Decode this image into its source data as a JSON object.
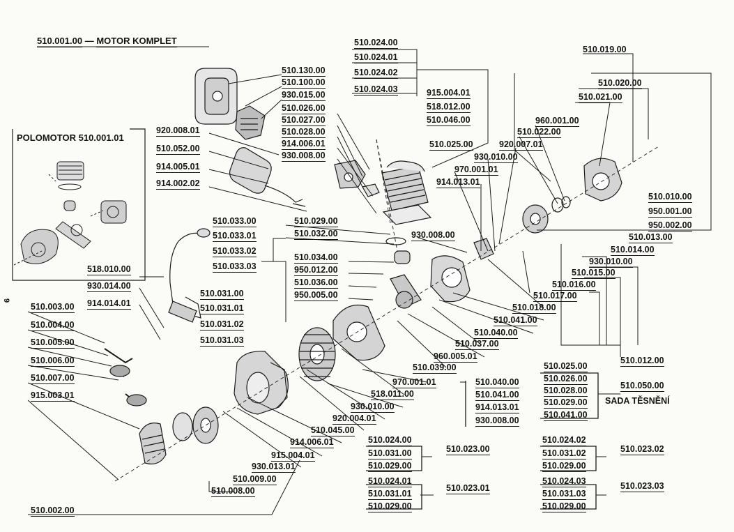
{
  "title": {
    "code": "510.001.00",
    "dash": "—",
    "name": "MOTOR KOMPLET"
  },
  "inset": {
    "title": "POLOMOTOR",
    "code": "510.001.01"
  },
  "page_mark": "9",
  "parts": [
    "510.024.00",
    "510.024.01",
    "510.024.02",
    "510.024.03",
    "510.019.00",
    "510.020.00",
    "510.021.00",
    "510.130.00",
    "510.100.00",
    "930.015.00",
    "510.026.00",
    "510.027.00",
    "510.028.00",
    "914.006.01",
    "930.008.00",
    "915.004.01",
    "518.012.00",
    "510.046.00",
    "960.001.00",
    "510.022.00",
    "920.008.01",
    "510.052.00",
    "914.005.01",
    "914.002.02",
    "920.007.01",
    "510.025.00",
    "930.010.00",
    "970.001.01",
    "914.013.01",
    "510.010.00",
    "950.001.00",
    "950.002.00",
    "510.013.00",
    "510.029.00",
    "510.032.00",
    "930.008.00",
    "510.033.00",
    "510.033.01",
    "510.033.02",
    "510.033.03",
    "510.034.00",
    "950.012.00",
    "510.036.00",
    "950.005.00",
    "510.014.00",
    "930.010.00",
    "510.015.00",
    "510.016.00",
    "510.017.00",
    "510.018.00",
    "518.010.00",
    "930.014.00",
    "914.014.01",
    "510.031.00",
    "510.031.01",
    "510.031.02",
    "510.031.03",
    "510.003.00",
    "510.004.00",
    "510.005.00",
    "510.006.00",
    "510.007.00",
    "915.003.01",
    "510.041.00",
    "510.040.00",
    "510.037.00",
    "960.005.01",
    "510.039.00",
    "510.012.00",
    "970.001.01",
    "518.011.00",
    "930.010.00",
    "920.004.01",
    "510.045.00",
    "914.006.01",
    "915.004.01",
    "930.013.01",
    "510.009.00",
    "510.008.00",
    "510.002.00"
  ],
  "group_a": [
    "510.040.00",
    "510.041.00",
    "914.013.01",
    "930.008.00"
  ],
  "gasket_set": {
    "items": [
      "510.025.00",
      "510.026.00",
      "510.028.00",
      "510.029.00",
      "510.041.00"
    ],
    "code": "510.050.00",
    "name": "SADA TĚSNĚNÍ"
  },
  "kits": [
    {
      "items": [
        "510.024.00",
        "510.031.00",
        "510.029.00"
      ],
      "code": "510.023.00"
    },
    {
      "items": [
        "510.024.01",
        "510.031.01",
        "510.029.00"
      ],
      "code": "510.023.01"
    },
    {
      "items": [
        "510.024.02",
        "510.031.02",
        "510.029.00"
      ],
      "code": "510.023.02"
    },
    {
      "items": [
        "510.024.03",
        "510.031.03",
        "510.029.00"
      ],
      "code": "510.023.03"
    }
  ]
}
